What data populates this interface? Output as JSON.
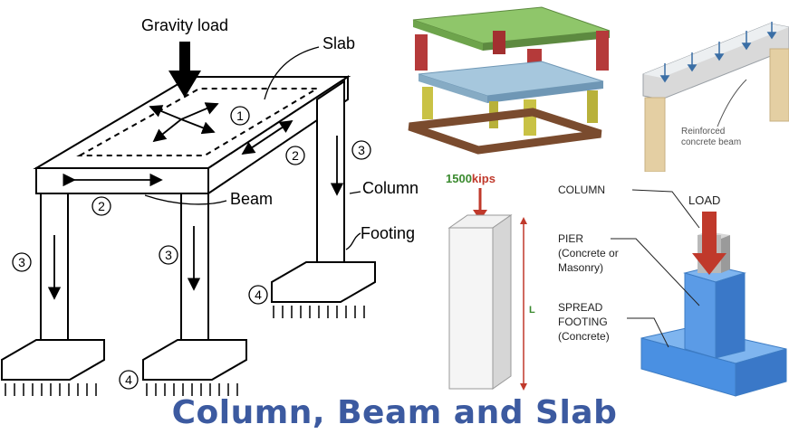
{
  "frame": {
    "labels": {
      "gravity_load": "Gravity load",
      "slab": "Slab",
      "beam": "Beam",
      "column": "Column",
      "footing": "Footing"
    },
    "steps": {
      "one": "1",
      "two": "2",
      "three": "3",
      "four": "4"
    }
  },
  "beam_panel": {
    "caption_line1": "Reinforced",
    "caption_line2": "concrete beam"
  },
  "column_panel": {
    "load": "1500",
    "load_unit": "kips",
    "length_label": "L"
  },
  "footing_panel": {
    "column": "COLUMN",
    "load": "LOAD",
    "pier_line1": "PIER",
    "pier_line2": "(Concrete or",
    "pier_line3": "Masonry)",
    "footing_line1": "SPREAD",
    "footing_line2": "FOOTING",
    "footing_line3": "(Concrete)"
  },
  "title": "Column, Beam and Slab",
  "colors": {
    "title": "#3c5aa0",
    "load_arrow": "#c0392b",
    "footing_blue": "#4a90e2",
    "slab_green": "#8fc66a"
  }
}
